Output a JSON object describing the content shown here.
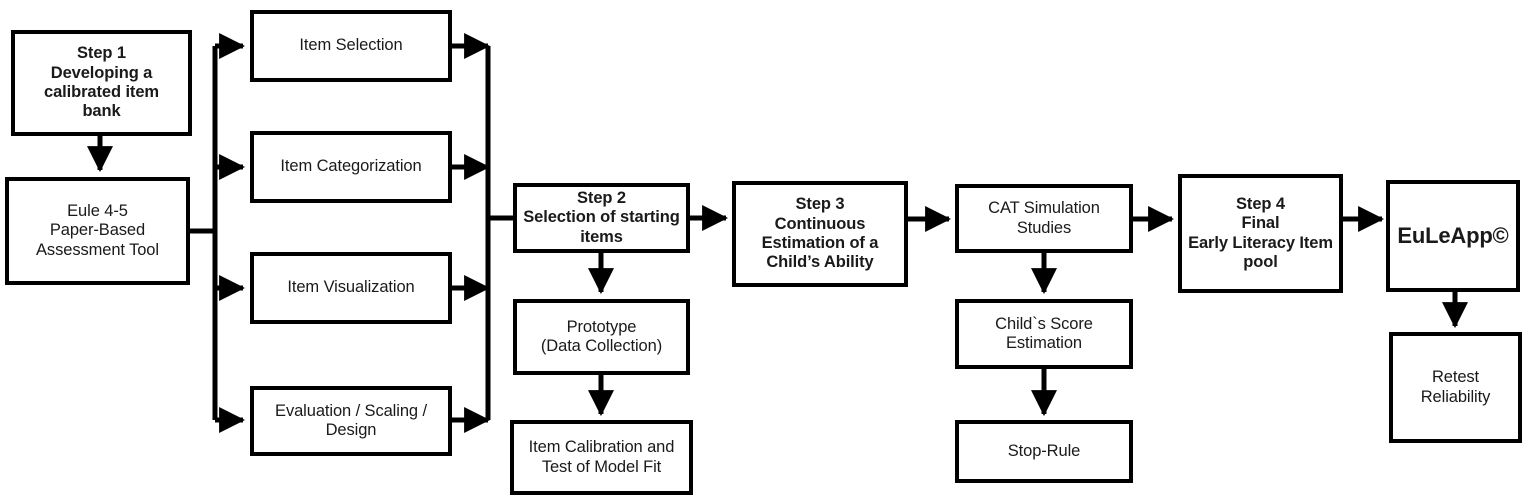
{
  "diagram": {
    "title": "EuLeApp development flowchart",
    "line_color": "#000000",
    "box_fill": "#ffffff",
    "text_color": "#1a1a1a",
    "nodes": {
      "step1": {
        "label": "Step 1\nDeveloping a\ncalibrated item\nbank",
        "style": "bold"
      },
      "eule": {
        "label": "Eule 4-5\nPaper-Based\nAssessment Tool",
        "style": "normal"
      },
      "item_selection": {
        "label": "Item Selection",
        "style": "normal"
      },
      "item_categorization": {
        "label": "Item Categorization",
        "style": "normal"
      },
      "item_visualization": {
        "label": "Item Visualization",
        "style": "normal"
      },
      "evaluation_scaling_design": {
        "label": "Evaluation / Scaling /\nDesign",
        "style": "normal"
      },
      "step2": {
        "label": "Step 2\nSelection of starting\nitems",
        "style": "bold"
      },
      "prototype": {
        "label": "Prototype\n(Data Collection)",
        "style": "normal"
      },
      "item_calibration": {
        "label": "Item Calibration and\nTest of Model Fit",
        "style": "normal"
      },
      "step3": {
        "label": "Step 3\nContinuous\nEstimation of a\nChild’s Ability",
        "style": "bold"
      },
      "cat_simulation": {
        "label": "CAT Simulation\nStudies",
        "style": "normal"
      },
      "child_score": {
        "label": "Child`s Score\nEstimation",
        "style": "normal"
      },
      "stop_rule": {
        "label": "Stop-Rule",
        "style": "normal"
      },
      "step4": {
        "label": "Step 4\nFinal\nEarly Literacy Item\npool",
        "style": "bold"
      },
      "euleapp": {
        "label": "EuLeApp©",
        "style": "bold-lg"
      },
      "retest": {
        "label": "Retest\nReliability",
        "style": "normal"
      }
    },
    "edges": [
      {
        "from": "step1",
        "to": "eule",
        "kind": "arrow-down"
      },
      {
        "from": "eule",
        "to": "item_selection",
        "kind": "fanout-arrow-right"
      },
      {
        "from": "eule",
        "to": "item_categorization",
        "kind": "fanout-arrow-right"
      },
      {
        "from": "eule",
        "to": "item_visualization",
        "kind": "fanout-arrow-right"
      },
      {
        "from": "eule",
        "to": "evaluation_scaling_design",
        "kind": "fanout-arrow-right"
      },
      {
        "from": "item_selection",
        "to": "step2",
        "kind": "fanin-arrow-right"
      },
      {
        "from": "item_categorization",
        "to": "step2",
        "kind": "fanin-arrow-right"
      },
      {
        "from": "item_visualization",
        "to": "step2",
        "kind": "fanin-arrow-right"
      },
      {
        "from": "evaluation_scaling_design",
        "to": "step2",
        "kind": "fanin-arrow-right"
      },
      {
        "from": "step2",
        "to": "prototype",
        "kind": "arrow-down"
      },
      {
        "from": "prototype",
        "to": "item_calibration",
        "kind": "arrow-down"
      },
      {
        "from": "step2",
        "to": "step3",
        "kind": "arrow-right"
      },
      {
        "from": "step3",
        "to": "cat_simulation",
        "kind": "arrow-right"
      },
      {
        "from": "cat_simulation",
        "to": "child_score",
        "kind": "arrow-down"
      },
      {
        "from": "child_score",
        "to": "stop_rule",
        "kind": "arrow-down"
      },
      {
        "from": "cat_simulation",
        "to": "step4",
        "kind": "arrow-right"
      },
      {
        "from": "step4",
        "to": "euleapp",
        "kind": "arrow-right"
      },
      {
        "from": "euleapp",
        "to": "retest",
        "kind": "arrow-down"
      }
    ]
  }
}
